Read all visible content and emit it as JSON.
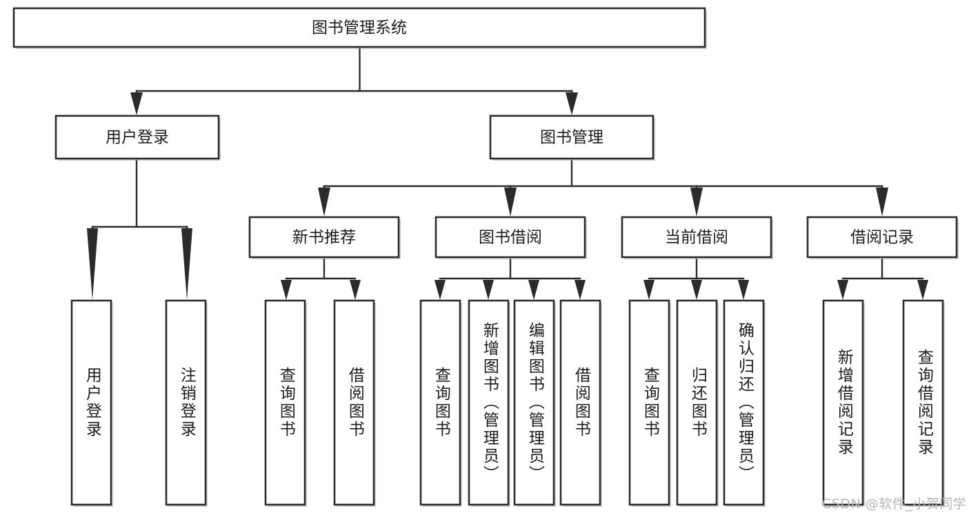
{
  "diagram": {
    "type": "tree",
    "title": "图书管理系统",
    "orientation": "top-down",
    "colors": {
      "box_fill": "#ffffff",
      "box_stroke": "#2b2b2b",
      "text": "#1b1b1b",
      "connector": "#2b2b2b",
      "background": "#ffffff",
      "watermark": "#b4b4b4"
    },
    "root": {
      "label": "图书管理系统"
    },
    "level2": [
      {
        "label": "用户登录"
      },
      {
        "label": "图书管理"
      }
    ],
    "level3": [
      {
        "label": "新书推荐"
      },
      {
        "label": "图书借阅"
      },
      {
        "label": "当前借阅"
      },
      {
        "label": "借阅记录"
      }
    ],
    "leaves": {
      "user_login": [
        {
          "label": "用户登录"
        },
        {
          "label": "注销登录"
        }
      ],
      "new_book_recommend": [
        {
          "label": "查询图书"
        },
        {
          "label": "借阅图书"
        }
      ],
      "book_borrow": [
        {
          "label": "查询图书"
        },
        {
          "label": "新增图书（管理员）"
        },
        {
          "label": "编辑图书（管理员）"
        },
        {
          "label": "借阅图书"
        }
      ],
      "current_borrow": [
        {
          "label": "查询图书"
        },
        {
          "label": "归还图书"
        },
        {
          "label": "确认归还（管理员）"
        }
      ],
      "borrow_record": [
        {
          "label": "新增借阅记录"
        },
        {
          "label": "查询借阅记录"
        }
      ]
    }
  },
  "watermark": {
    "text": "CSDN @软件_小贺同学"
  }
}
